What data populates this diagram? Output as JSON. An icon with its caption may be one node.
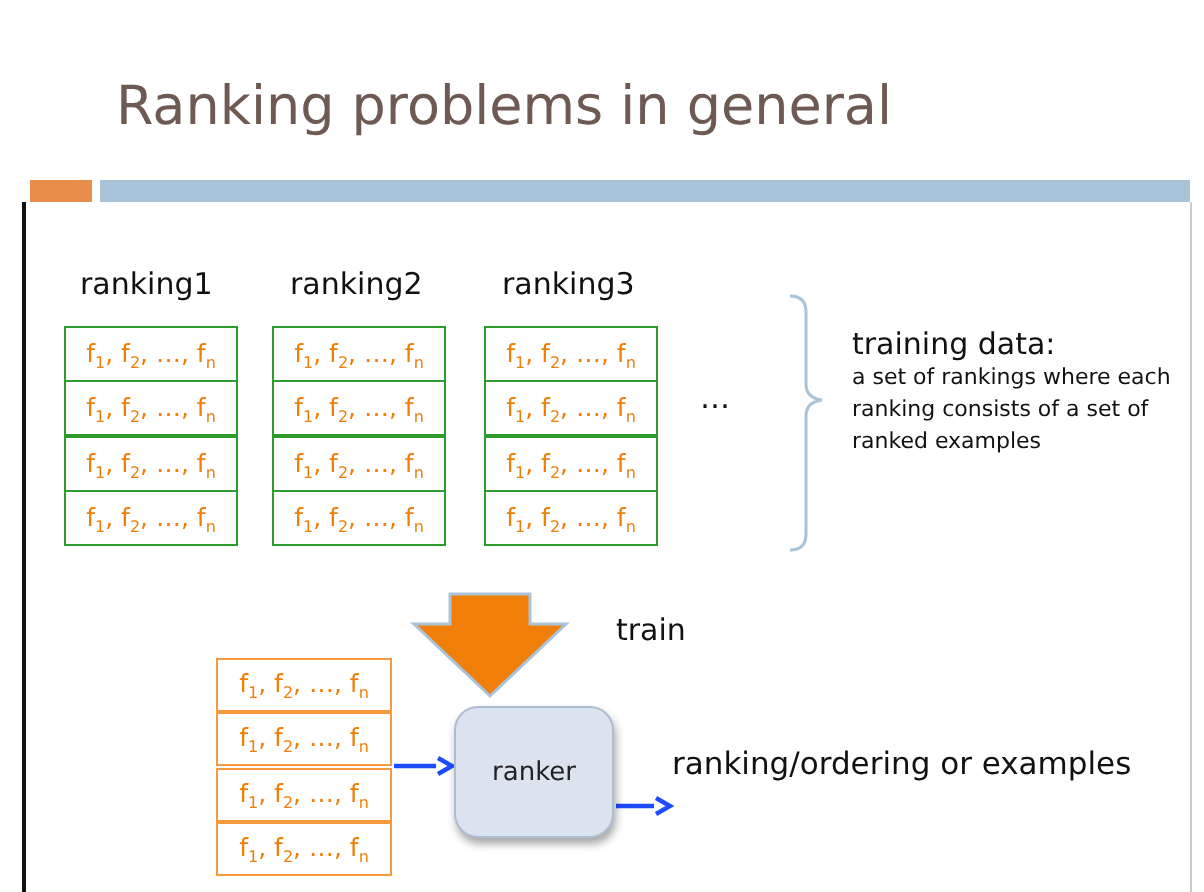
{
  "diagram": {
    "title": "Ranking problems in general",
    "nodes": [
      {
        "text": [
          "f$_{1}$, f$_{2}$, …, f$_{n}$"
        ]
      },
      {
        "text": [
          "f$_{1}$, f$_{2}$, …, f$_{n}$"
        ]
      },
      {
        "text": [
          "f$_{1}$, f$_{2}$, …, f$_{n}$"
        ]
      },
      {
        "text": [
          "f$_{1}$, f$_{2}$, …, f$_{n}$"
        ]
      },
      {
        "text": [
          "f$_{1}$, f$_{2}$, …, f$_{n}$"
        ]
      },
      {
        "text": [
          "f$_{1}$, f$_{2}$, …, f$_{n}$"
        ]
      },
      {
        "text": [
          "f$_{1}$, f$_{2}$, …, f$_{n}$"
        ]
      },
      {
        "text": [
          "f$_{1}$, f$_{2}$, …, f$_{n}$"
        ]
      },
      {
        "text": [
          "f$_{1}$, f$_{2}$, …, f$_{n}$"
        ]
      },
      {
        "text": [
          "f$_{1}$, f$_{2}$, …, f$_{n}$"
        ]
      },
      {
        "text": [
          "f$_{1}$, f$_{2}$, …, f$_{n}$"
        ]
      },
      {
        "text": [
          "f$_{1}$, f$_{2}$, …, f$_{n}$"
        ]
      },
      {
        "text": [
          "f$_{1}$, f$_{2}$, …, f$_{n}$"
        ]
      },
      {
        "text": [
          "f$_{1}$, f$_{2}$, …, f$_{n}$"
        ]
      },
      {
        "text": [
          "f$_{1}$, f$_{2}$, …, f$_{n}$"
        ]
      },
      {
        "text": [
          "f$_{1}$, f$_{2}$, …, f$_{n}$"
        ]
      },
      {
        "text": [
          "ranker"
        ]
      },
      {
        "text": [
          "ranking/ordering or examples"
        ]
      }
    ],
    "edges": [
      {
        "from": null,
        "to": 16,
        "arrow": "to",
        "label": "train",
        "style": "thick",
        "color": "#f07f09"
      },
      {
        "from": 13,
        "to": 16,
        "arrow": "to"
      },
      {
        "from": 16,
        "to": 17,
        "arrow": "to"
      }
    ],
    "labels": [
      "ranking1",
      "ranking2",
      "ranking3",
      "…",
      "training data:",
      "a set of rankings where each ranking consists of a set of ranked examples"
    ]
  }
}
